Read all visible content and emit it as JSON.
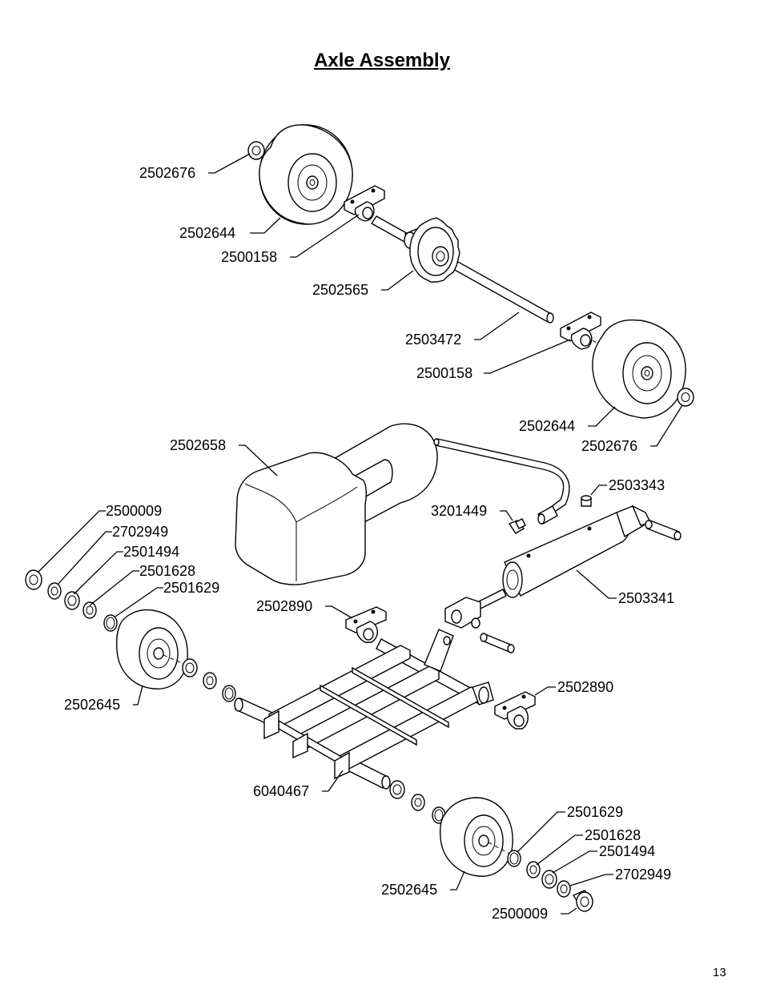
{
  "page": {
    "title": "Axle Assembly",
    "page_number": "13"
  },
  "callouts": [
    "2502676",
    "2502644",
    "2500158",
    "2502565",
    "2503472",
    "2500158",
    "2502644",
    "2502676",
    "2502658",
    "2503343",
    "3201449",
    "2503341",
    "2500009",
    "2702949",
    "2501494",
    "2501628",
    "2501629",
    "2502890",
    "2502645",
    "2502890",
    "6040467",
    "2501629",
    "2501628",
    "2501494",
    "2702949",
    "2502645",
    "2500009"
  ]
}
